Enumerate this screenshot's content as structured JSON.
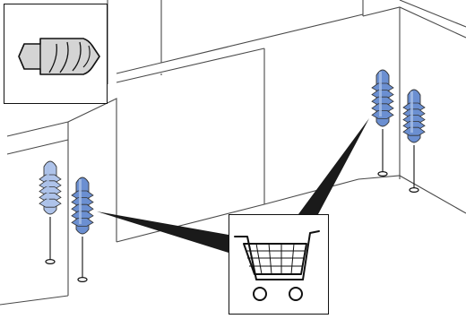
{
  "illustration": {
    "kind": "assembly-instruction",
    "text_present": false,
    "colors": {
      "line": "#111111",
      "wall_line": "#4a4a4a",
      "anchor_blue": "#6b8fd1",
      "anchor_light": "#a9bfe6",
      "anchor_pale": "#aec3ea",
      "drill_gray": "#d4d4d4",
      "pointer": "#1a1a1a",
      "background": "#ffffff"
    },
    "icons": {
      "drill_bit": "drill-bit-icon",
      "shopping_cart": "shopping-cart-icon",
      "wall_anchor": "wall-anchor-icon",
      "screw_hole": "screw-hole-icon"
    },
    "anchors": {
      "count": 4,
      "highlighted": 3,
      "faded": 1
    }
  }
}
